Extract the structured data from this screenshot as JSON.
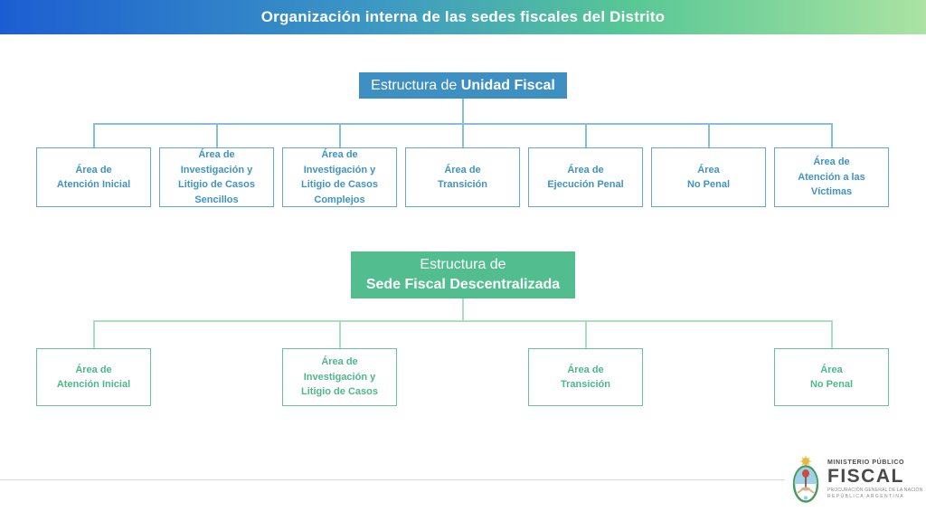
{
  "colors": {
    "g1": "#1c5ed2",
    "g2": "#3e9ac2",
    "g3": "#57c795",
    "g4": "#abe3a2",
    "blue-accent": "#3e8fc2",
    "blue-text": "#3f93c6",
    "blue-border": "#66a8d0",
    "blue-line": "#8abddc",
    "green-accent": "#52bd8e",
    "green-text": "#4eb88a",
    "green-border": "#68c29a",
    "green-line": "#a9dec5",
    "rule": "#d9d9d9",
    "logo-text": "#4a4a4a"
  },
  "header": {
    "title": "Organización interna de las sedes fiscales del Distrito"
  },
  "unidad_fiscal": {
    "title_prefix": "Estructura de ",
    "title_bold": "Unidad Fiscal",
    "areas": [
      "Área de\nAtención Inicial",
      "Área de\nInvestigación y\nLitigio de Casos\nSencillos",
      "Área de\nInvestigación y\nLitigio de Casos\nComplejos",
      "Área de\nTransición",
      "Área de\nEjecución Penal",
      "Área\nNo Penal",
      "Área de\nAtención a las\nVíctimas"
    ]
  },
  "sede_descentralizada": {
    "title_line1": "Estructura de",
    "title_line2": "Sede Fiscal Descentralizada",
    "areas": [
      "Área de\nAtención Inicial",
      "Área de\nInvestigación y\nLitigio de Casos",
      "Área de\nTransición",
      "Área\nNo Penal"
    ]
  },
  "logo": {
    "ministry_small": "MINISTERIO PÚBLICO",
    "ministry_big": "FISCAL",
    "line3": "PROCURACIÓN GENERAL DE LA NACIÓN",
    "line4": "REPÚBLICA ARGENTINA"
  }
}
